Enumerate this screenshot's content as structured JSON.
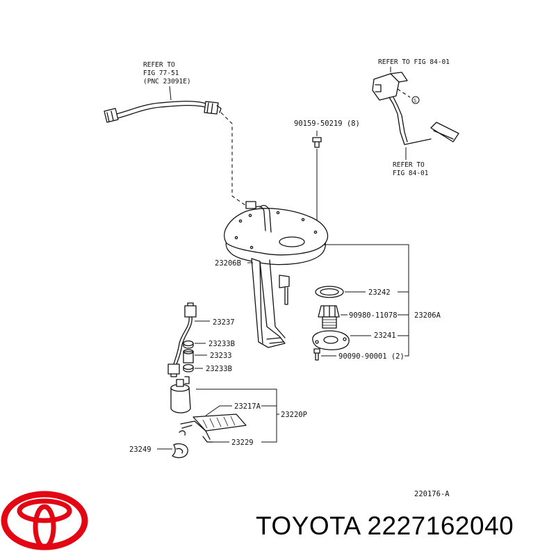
{
  "notes": {
    "refer_hose_line1": "REFER TO",
    "refer_hose_line2": "FIG 77-51",
    "refer_hose_line3": "(PNC 23091E)",
    "refer_top_right": "REFER TO FIG 84-01",
    "refer_gauge_line1": "REFER TO",
    "refer_gauge_line2": "FIG 84-01",
    "s_mark": "S"
  },
  "callouts": {
    "screw_90159": "90159-50219 (8)",
    "bracket_23206B": "23206B",
    "gasket_23242": "23242",
    "plug_90980": "90980-11078",
    "assy_23206A": "23206A",
    "gasket_23241": "23241",
    "bolt_90090": "90090-90001 (2)",
    "wire_23237": "23237",
    "clamp_23233B_top": "23233B",
    "hose_23233": "23233",
    "clamp_23233B_bottom": "23233B",
    "filter_23217A": "23217A",
    "pump_23220P": "23220P",
    "cushion_23229": "23229",
    "clip_23249": "23249"
  },
  "figure_id": "220176-A",
  "brand": {
    "name": "TOYOTA",
    "part_number": "2227162040",
    "logo_color": "#e30613"
  }
}
